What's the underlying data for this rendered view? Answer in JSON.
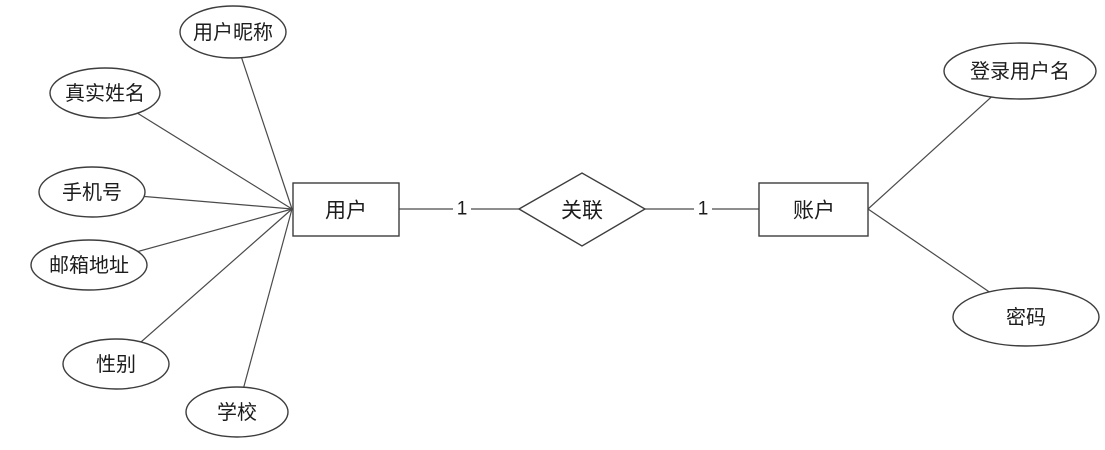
{
  "diagram": {
    "type": "er-diagram",
    "entities": {
      "user": {
        "label": "用户"
      },
      "account": {
        "label": "账户"
      }
    },
    "relationship": {
      "label": "关联",
      "cardinality_left": "1",
      "cardinality_right": "1"
    },
    "user_attributes": [
      {
        "label": "用户昵称"
      },
      {
        "label": "真实姓名"
      },
      {
        "label": "手机号"
      },
      {
        "label": "邮箱地址"
      },
      {
        "label": "性别"
      },
      {
        "label": "学校"
      }
    ],
    "account_attributes": [
      {
        "label": "登录用户名"
      },
      {
        "label": "密码"
      }
    ],
    "colors": {
      "background": "#ffffff",
      "shape_stroke": "#3d3d3d",
      "line_stroke": "#4a4a4a",
      "text": "#1c1c1c"
    }
  }
}
